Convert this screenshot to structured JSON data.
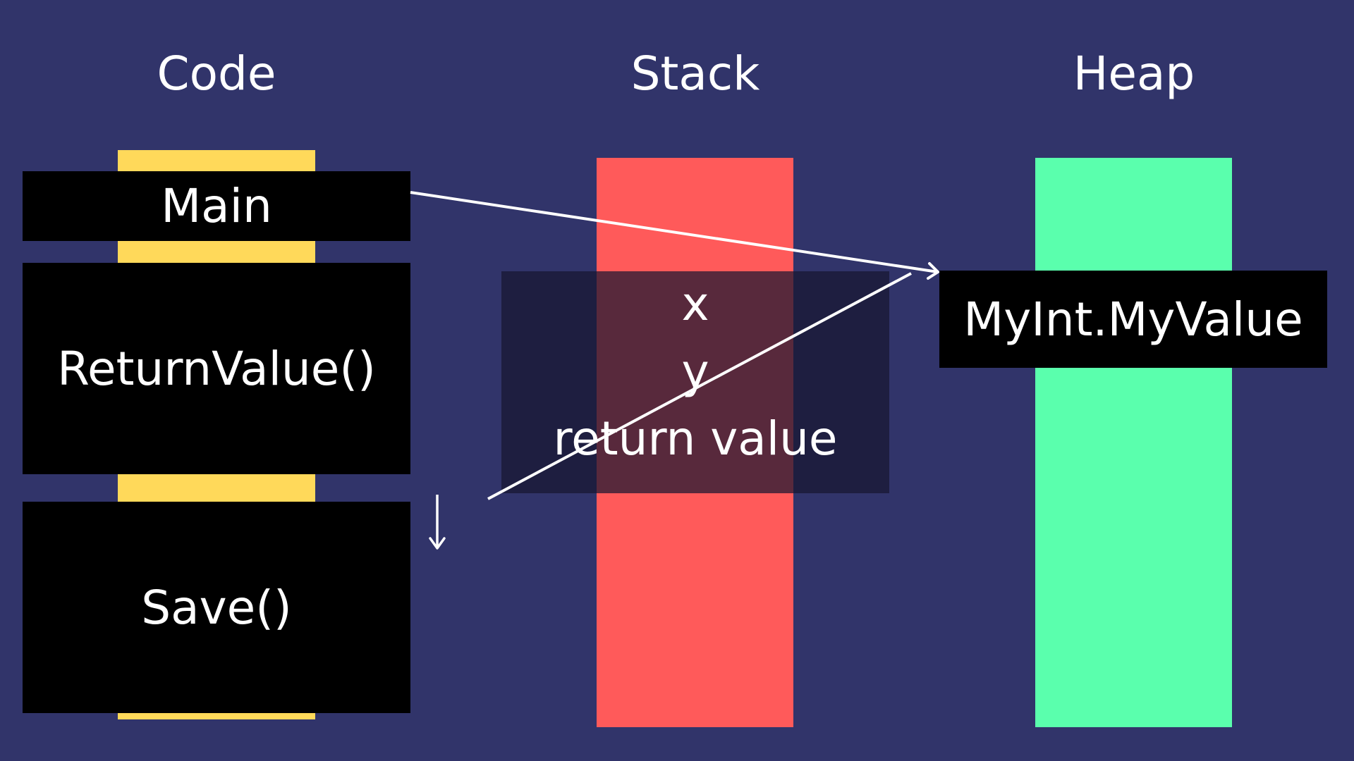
{
  "headings": {
    "code": "Code",
    "stack": "Stack",
    "heap": "Heap"
  },
  "code_frames": {
    "main": "Main",
    "return_value": "ReturnValue()",
    "save": "Save()"
  },
  "stack_items": [
    "x",
    "y",
    "return value"
  ],
  "heap_items": [
    "MyInt.MyValue"
  ],
  "colors": {
    "background": "#31346a",
    "code_column": "#ffd95a",
    "stack_column": "#ff5a5a",
    "heap_column": "#5affad",
    "frame": "#000000",
    "text": "#ffffff"
  },
  "icons": {
    "down_arrow": "down-arrow-icon",
    "pointer_arrow": "right-arrow-icon"
  }
}
